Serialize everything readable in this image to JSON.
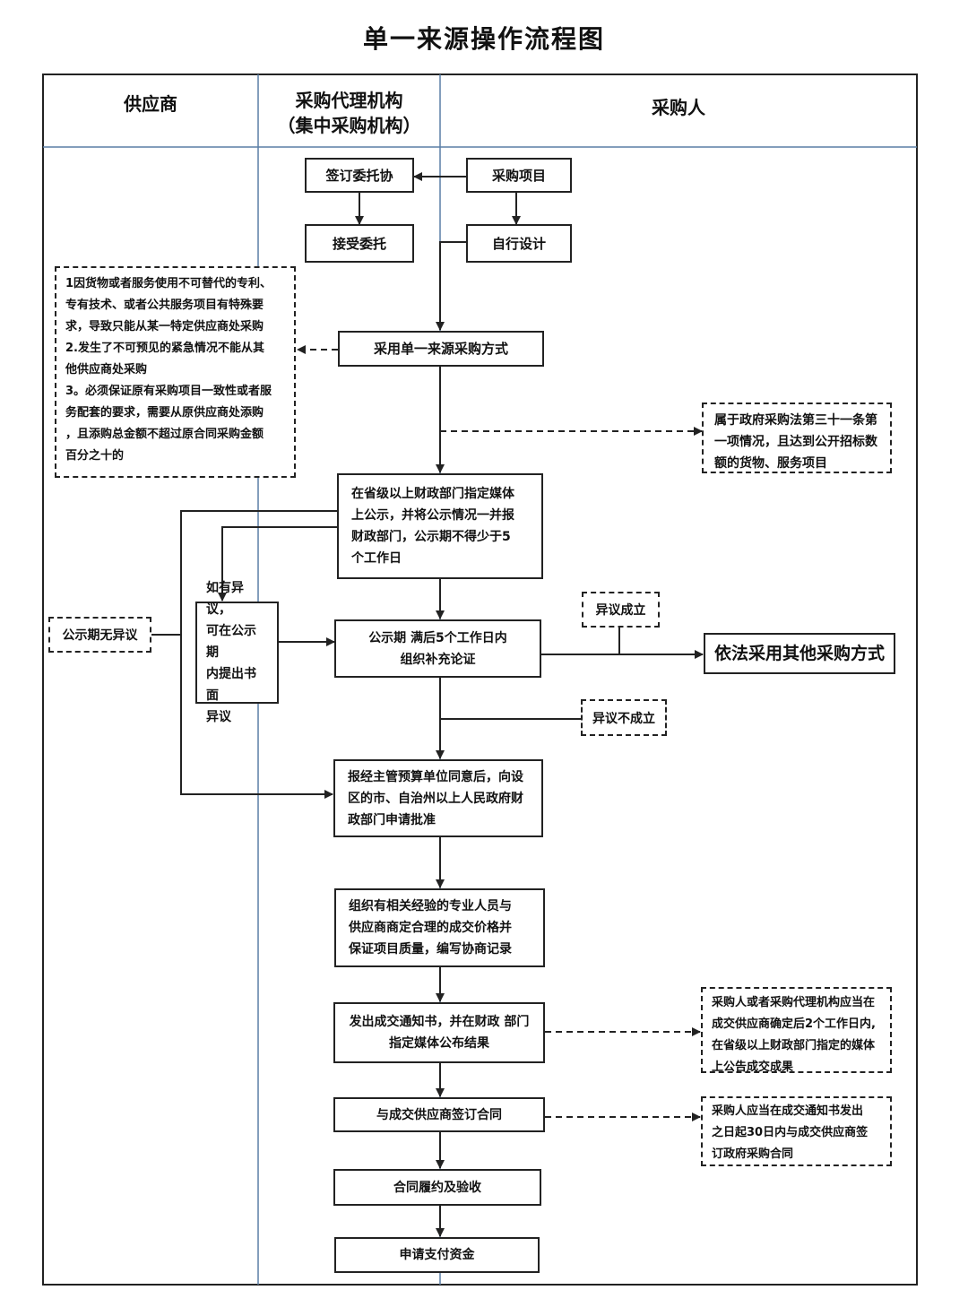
{
  "title": "单一来源操作流程图",
  "headers": {
    "supplier": "供应商",
    "agency": "采购代理机构\n（集中采购机构）",
    "purchaser": "采购人"
  },
  "boxes": {
    "sign_entrust": "签订委托协",
    "procurement_project": "采购项目",
    "accept_entrust": "接受委托",
    "self_design": "自行设计",
    "adopt_single_source": "采用单一来源采购方式",
    "publicity": "在省级以上财政部门指定媒体\n上公示，并将公示情况一并报\n财政部门，公示期不得少于5\n个工作日",
    "objection_submit": "如有异议，\n可在公示期\n内提出书面\n异议",
    "demonstration": "公示期 满后5个工作日内\n组织补充论证",
    "other_method": "依法采用其他采购方式",
    "approval": "报经主管预算单位同意后，向设\n区的市、自治州以上人民政府财\n政部门申请批准",
    "negotiation": "组织有相关经验的专业人员与\n供应商商定合理的成交价格并\n保证项目质量，编写协商记录",
    "notice": "发出成交通知书，并在财政 部门\n指定媒体公布结果",
    "sign_contract": "与成交供应商签订合同",
    "performance": "合同履约及验收",
    "payment": "申请支付资金"
  },
  "notes": {
    "conditions": "1因货物或者服务使用不可替代的专利、\n专有技术、或者公共服务项目有特殊要\n求，导致只能从某一特定供应商处采购\n2.发生了不可预见的紧急情况不能从其\n他供应商处采购\n3。必须保证原有采购项目一致性或者服\n务配套的要求，需要从原供应商处添购\n，且添购总金额不超过原合同采购金额\n百分之十的",
    "article31": "属于政府采购法第三十一条第\n一项情况，且达到公开招标数\n额的货物、服务项目",
    "no_objection": "公示期无异议",
    "objection_upheld": "异议成立",
    "objection_rejected": "异议不成立",
    "announce_result": "采购人或者采购代理机构应当在\n成交供应商确定后2个工作日内,\n在省级以上财政部门指定的媒体\n上公告成交成果",
    "contract_deadline": "采购人应当在成交通知书发出\n之日起30日内与成交供应商签\n订政府采购合同"
  }
}
